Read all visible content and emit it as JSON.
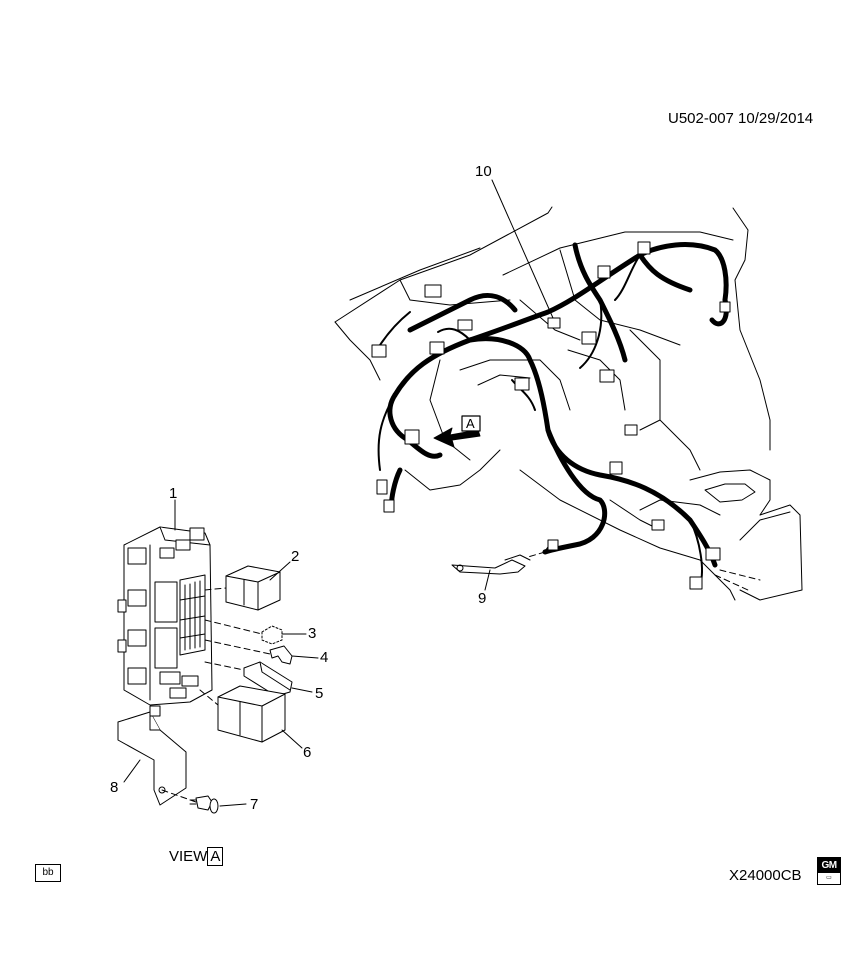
{
  "header": {
    "doc_code": "U502-007  10/29/2014"
  },
  "callouts": [
    {
      "id": "1",
      "text": "1"
    },
    {
      "id": "2",
      "text": "2"
    },
    {
      "id": "3",
      "text": "3"
    },
    {
      "id": "4",
      "text": "4"
    },
    {
      "id": "5",
      "text": "5"
    },
    {
      "id": "6",
      "text": "6"
    },
    {
      "id": "7",
      "text": "7"
    },
    {
      "id": "8",
      "text": "8"
    },
    {
      "id": "9",
      "text": "9"
    },
    {
      "id": "10",
      "text": "10"
    }
  ],
  "view": {
    "prefix": "VIEW",
    "letter": "A"
  },
  "arrow_marker": "A",
  "footer": {
    "badge": "bb",
    "figure_code": "X24000CB",
    "logo_text": "GM"
  },
  "icons": {
    "logo": "gm-logo-icon",
    "arrow": "view-arrow-icon"
  }
}
